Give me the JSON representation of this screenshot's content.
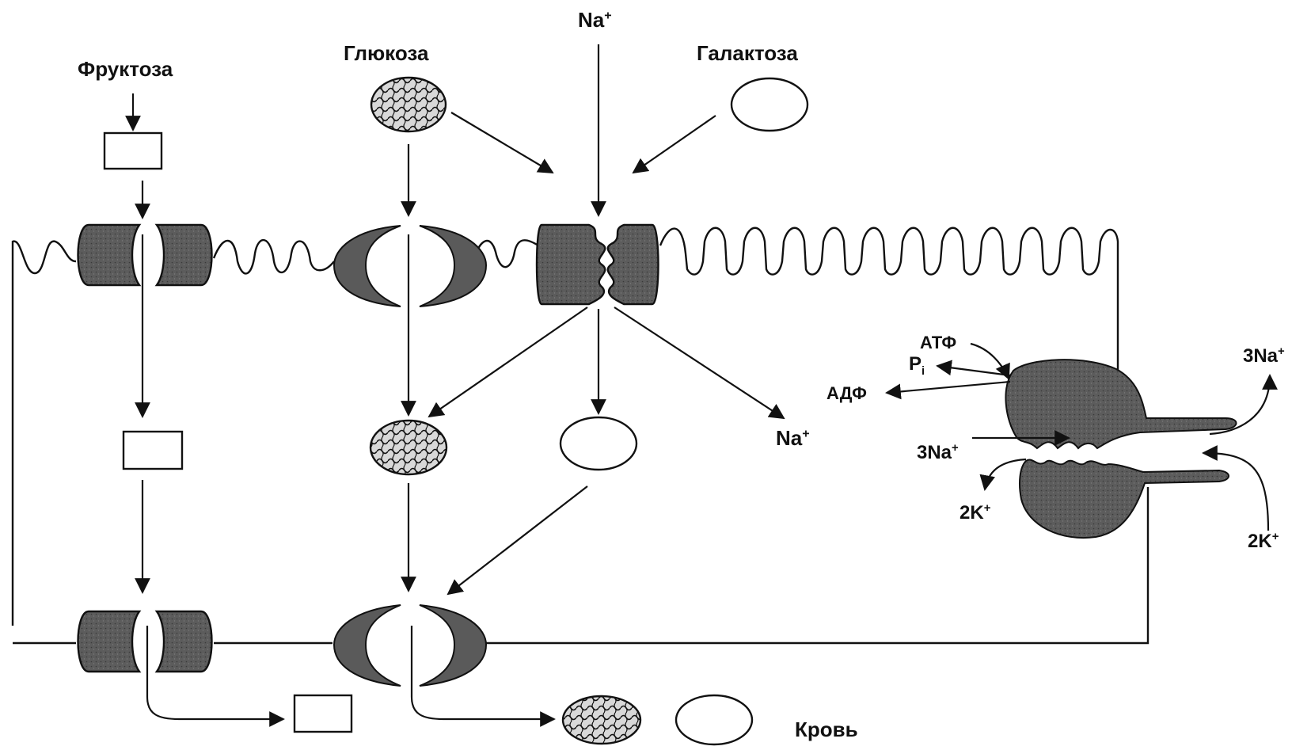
{
  "labels": {
    "fructose": "Фруктоза",
    "glucose": "Глюкоза",
    "na_top": "Na",
    "galactose": "Галактоза",
    "na_mid": "Na",
    "atp": "АТФ",
    "pi": "P",
    "pi_sub": "i",
    "adp": "АДФ",
    "na3_out": "3Na",
    "na3_in": "3Na",
    "k2_left": "2K",
    "k2_right": "2K",
    "blood": "Кровь",
    "plus": "+"
  },
  "colors": {
    "line": "#111111",
    "fill_dark": "#5a5a5a",
    "background": "#ffffff"
  }
}
